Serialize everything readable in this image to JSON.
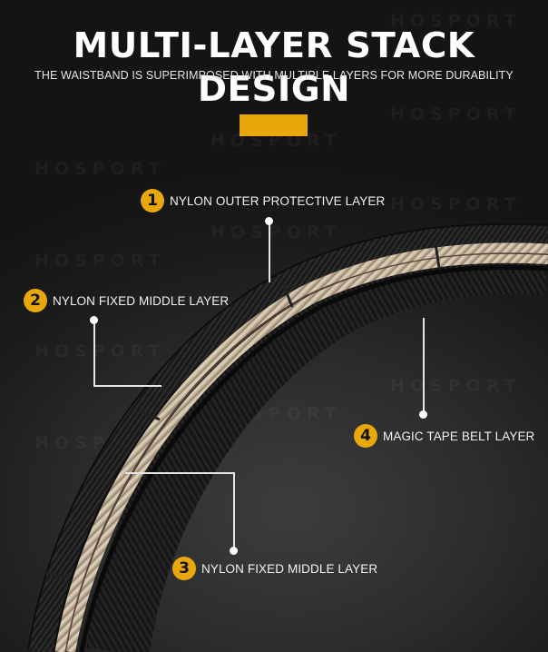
{
  "header": {
    "title": "MULTI-LAYER STACK DESIGN",
    "subtitle": "THE WAISTBAND IS SUPERIMPOSED WITH MULTIPLE LAYERS FOR MORE DURABILITY"
  },
  "watermark": "HOSPORT",
  "colors": {
    "accent": "#e8a80c",
    "background": "#141414",
    "text": "#ffffff"
  },
  "callouts": [
    {
      "number": "1",
      "label": "NYLON OUTER PROTECTIVE LAYER"
    },
    {
      "number": "2",
      "label": "NYLON FIXED MIDDLE LAYER"
    },
    {
      "number": "3",
      "label": "NYLON FIXED MIDDLE LAYER"
    },
    {
      "number": "4",
      "label": "MAGIC TAPE BELT LAYER"
    }
  ]
}
